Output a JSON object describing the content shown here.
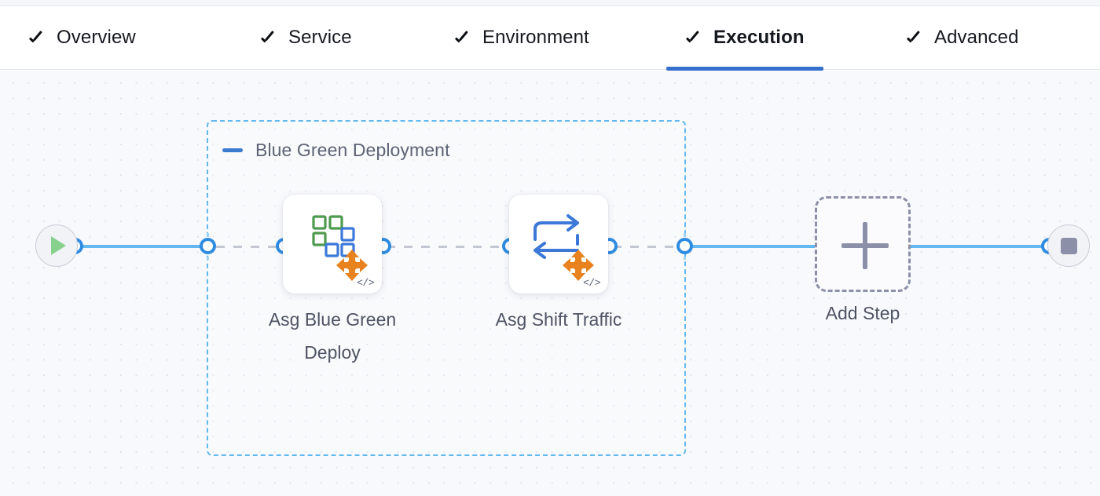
{
  "tabs": [
    {
      "label": "Overview",
      "icon": "check-icon",
      "active": false
    },
    {
      "label": "Service",
      "icon": "check-icon",
      "active": false
    },
    {
      "label": "Environment",
      "icon": "check-icon",
      "active": false
    },
    {
      "label": "Execution",
      "icon": "check-icon",
      "active": true
    },
    {
      "label": "Advanced",
      "icon": "check-icon",
      "active": false
    }
  ],
  "pipeline": {
    "start_node": {
      "icon": "play-icon",
      "label": ""
    },
    "end_node": {
      "icon": "stop-icon",
      "label": ""
    },
    "group": {
      "title": "Blue Green Deployment",
      "collapse_icon": "minus-icon",
      "steps": [
        {
          "label": "Asg Blue Green Deploy",
          "icon": "asg-blue-green-deploy-icon",
          "badge": "</>"
        },
        {
          "label": "Asg Shift Traffic",
          "icon": "asg-shift-traffic-icon",
          "badge": "</>"
        }
      ]
    },
    "add_step": {
      "label": "Add Step",
      "icon": "plus-icon"
    }
  },
  "colors": {
    "accent_blue": "#3670cc",
    "edge_blue": "#62b8ef",
    "connector_blue": "#2f8ce0",
    "group_dash": "#62b8ef",
    "canvas_bg": "#f8f9fc",
    "grid_dot": "#e0e3ee",
    "text_muted": "#4e5464",
    "icon_green": "#4e9a4e",
    "icon_blue": "#3b78d8",
    "icon_orange": "#e8821e",
    "stop_gray": "#8b90a8"
  }
}
